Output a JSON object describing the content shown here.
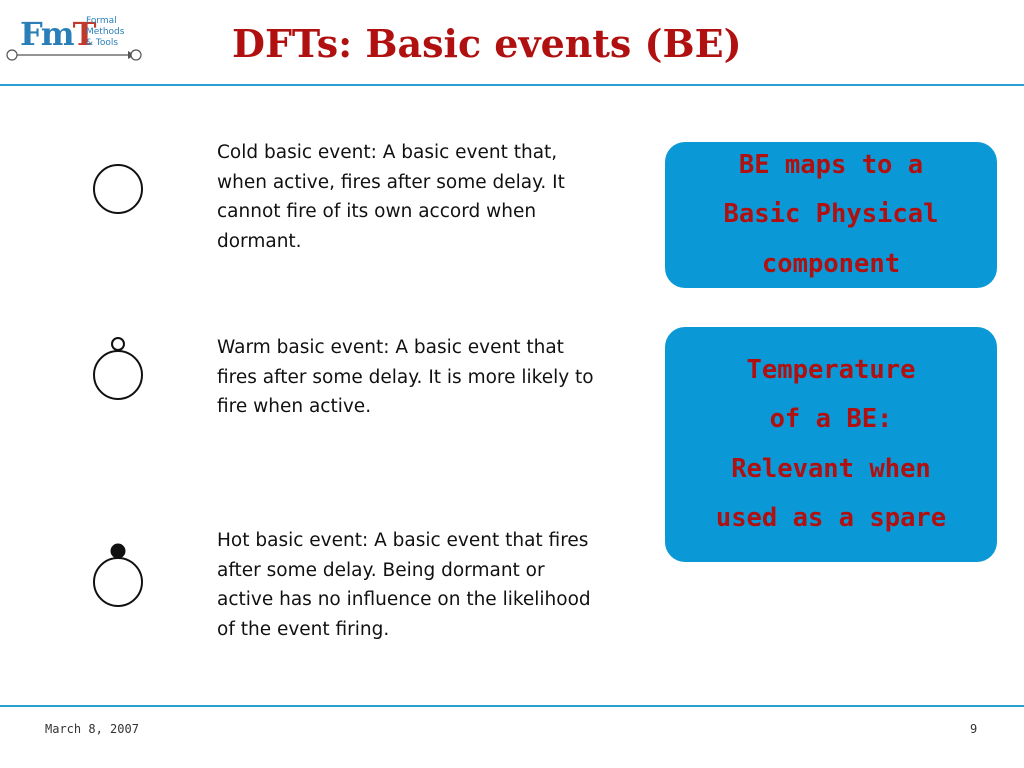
{
  "logo": {
    "letter_f": "F",
    "letter_m": "m",
    "letter_t": "T",
    "line1": "Formal",
    "line2": "Methods",
    "line3": "& Tools"
  },
  "title": "DFTs: Basic events (BE)",
  "events": [
    {
      "description": "Cold basic event: A basic event that, when active, fires after some delay. It cannot fire of its own accord when dormant."
    },
    {
      "description": "Warm basic event: A basic event that fires after some delay. It is more likely to fire when active."
    },
    {
      "description": "Hot basic event: A basic event that fires after some delay. Being dormant or active has no influence on the likelihood of the event firing."
    }
  ],
  "callouts": [
    {
      "lines": [
        "BE maps to a",
        "Basic Physical",
        "component"
      ]
    },
    {
      "lines": [
        "Temperature",
        "of a BE:",
        "Relevant when",
        "used as a spare"
      ]
    }
  ],
  "footer": {
    "date": "March 8, 2007",
    "page": "9"
  },
  "colors": {
    "accent_blue": "#0b98d6",
    "title_red": "#b01010",
    "rule_blue": "#2a9fd6"
  }
}
